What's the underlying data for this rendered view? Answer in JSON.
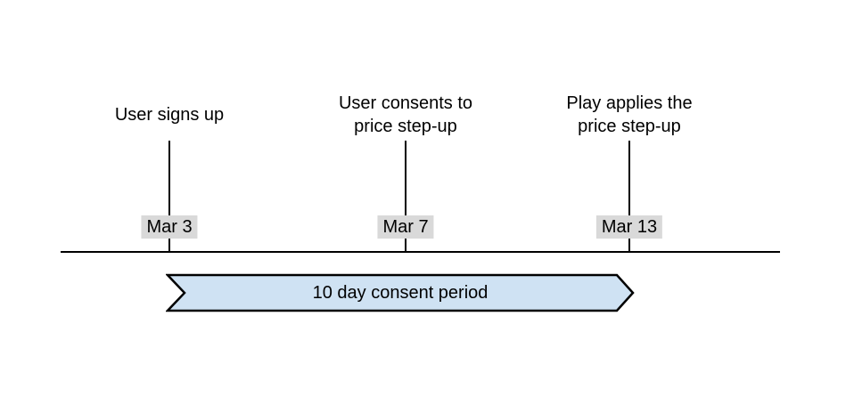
{
  "timeline": {
    "events": [
      {
        "label": "User signs up",
        "date": "Mar 3"
      },
      {
        "label": "User consents to\nprice step-up",
        "date": "Mar 7"
      },
      {
        "label": "Play applies the\nprice step-up",
        "date": "Mar 13"
      }
    ],
    "period": {
      "label": "10 day consent period"
    },
    "colors": {
      "axis": "#000000",
      "tick": "#000000",
      "text": "#000000",
      "date_badge_bg": "#d9d9d9",
      "period_fill": "#cfe2f3",
      "period_stroke": "#000000"
    }
  }
}
